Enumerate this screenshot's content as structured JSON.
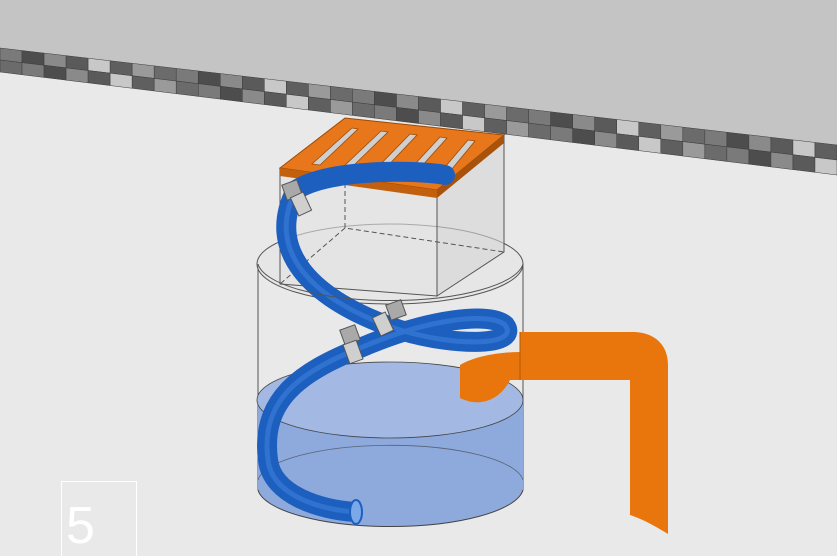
{
  "step_label": "5",
  "colors": {
    "background": "#e9e9e9",
    "ceiling": "#c4c4c4",
    "grate": "#e8761a",
    "hose": "#1d5fbf",
    "water": "#8ea9dc",
    "outlet_pipe": "#e8760d",
    "clamp": "#a9a9a9"
  },
  "elements": {
    "ceiling_slab": "ceiling-slab",
    "tile_border": "tile-border",
    "drain_grate": "drain-grate",
    "drain_box": "drain-box",
    "tank": "cylindrical-tank",
    "water": "water-level",
    "hose": "spiral-hose",
    "outlet": "outlet-pipe"
  }
}
